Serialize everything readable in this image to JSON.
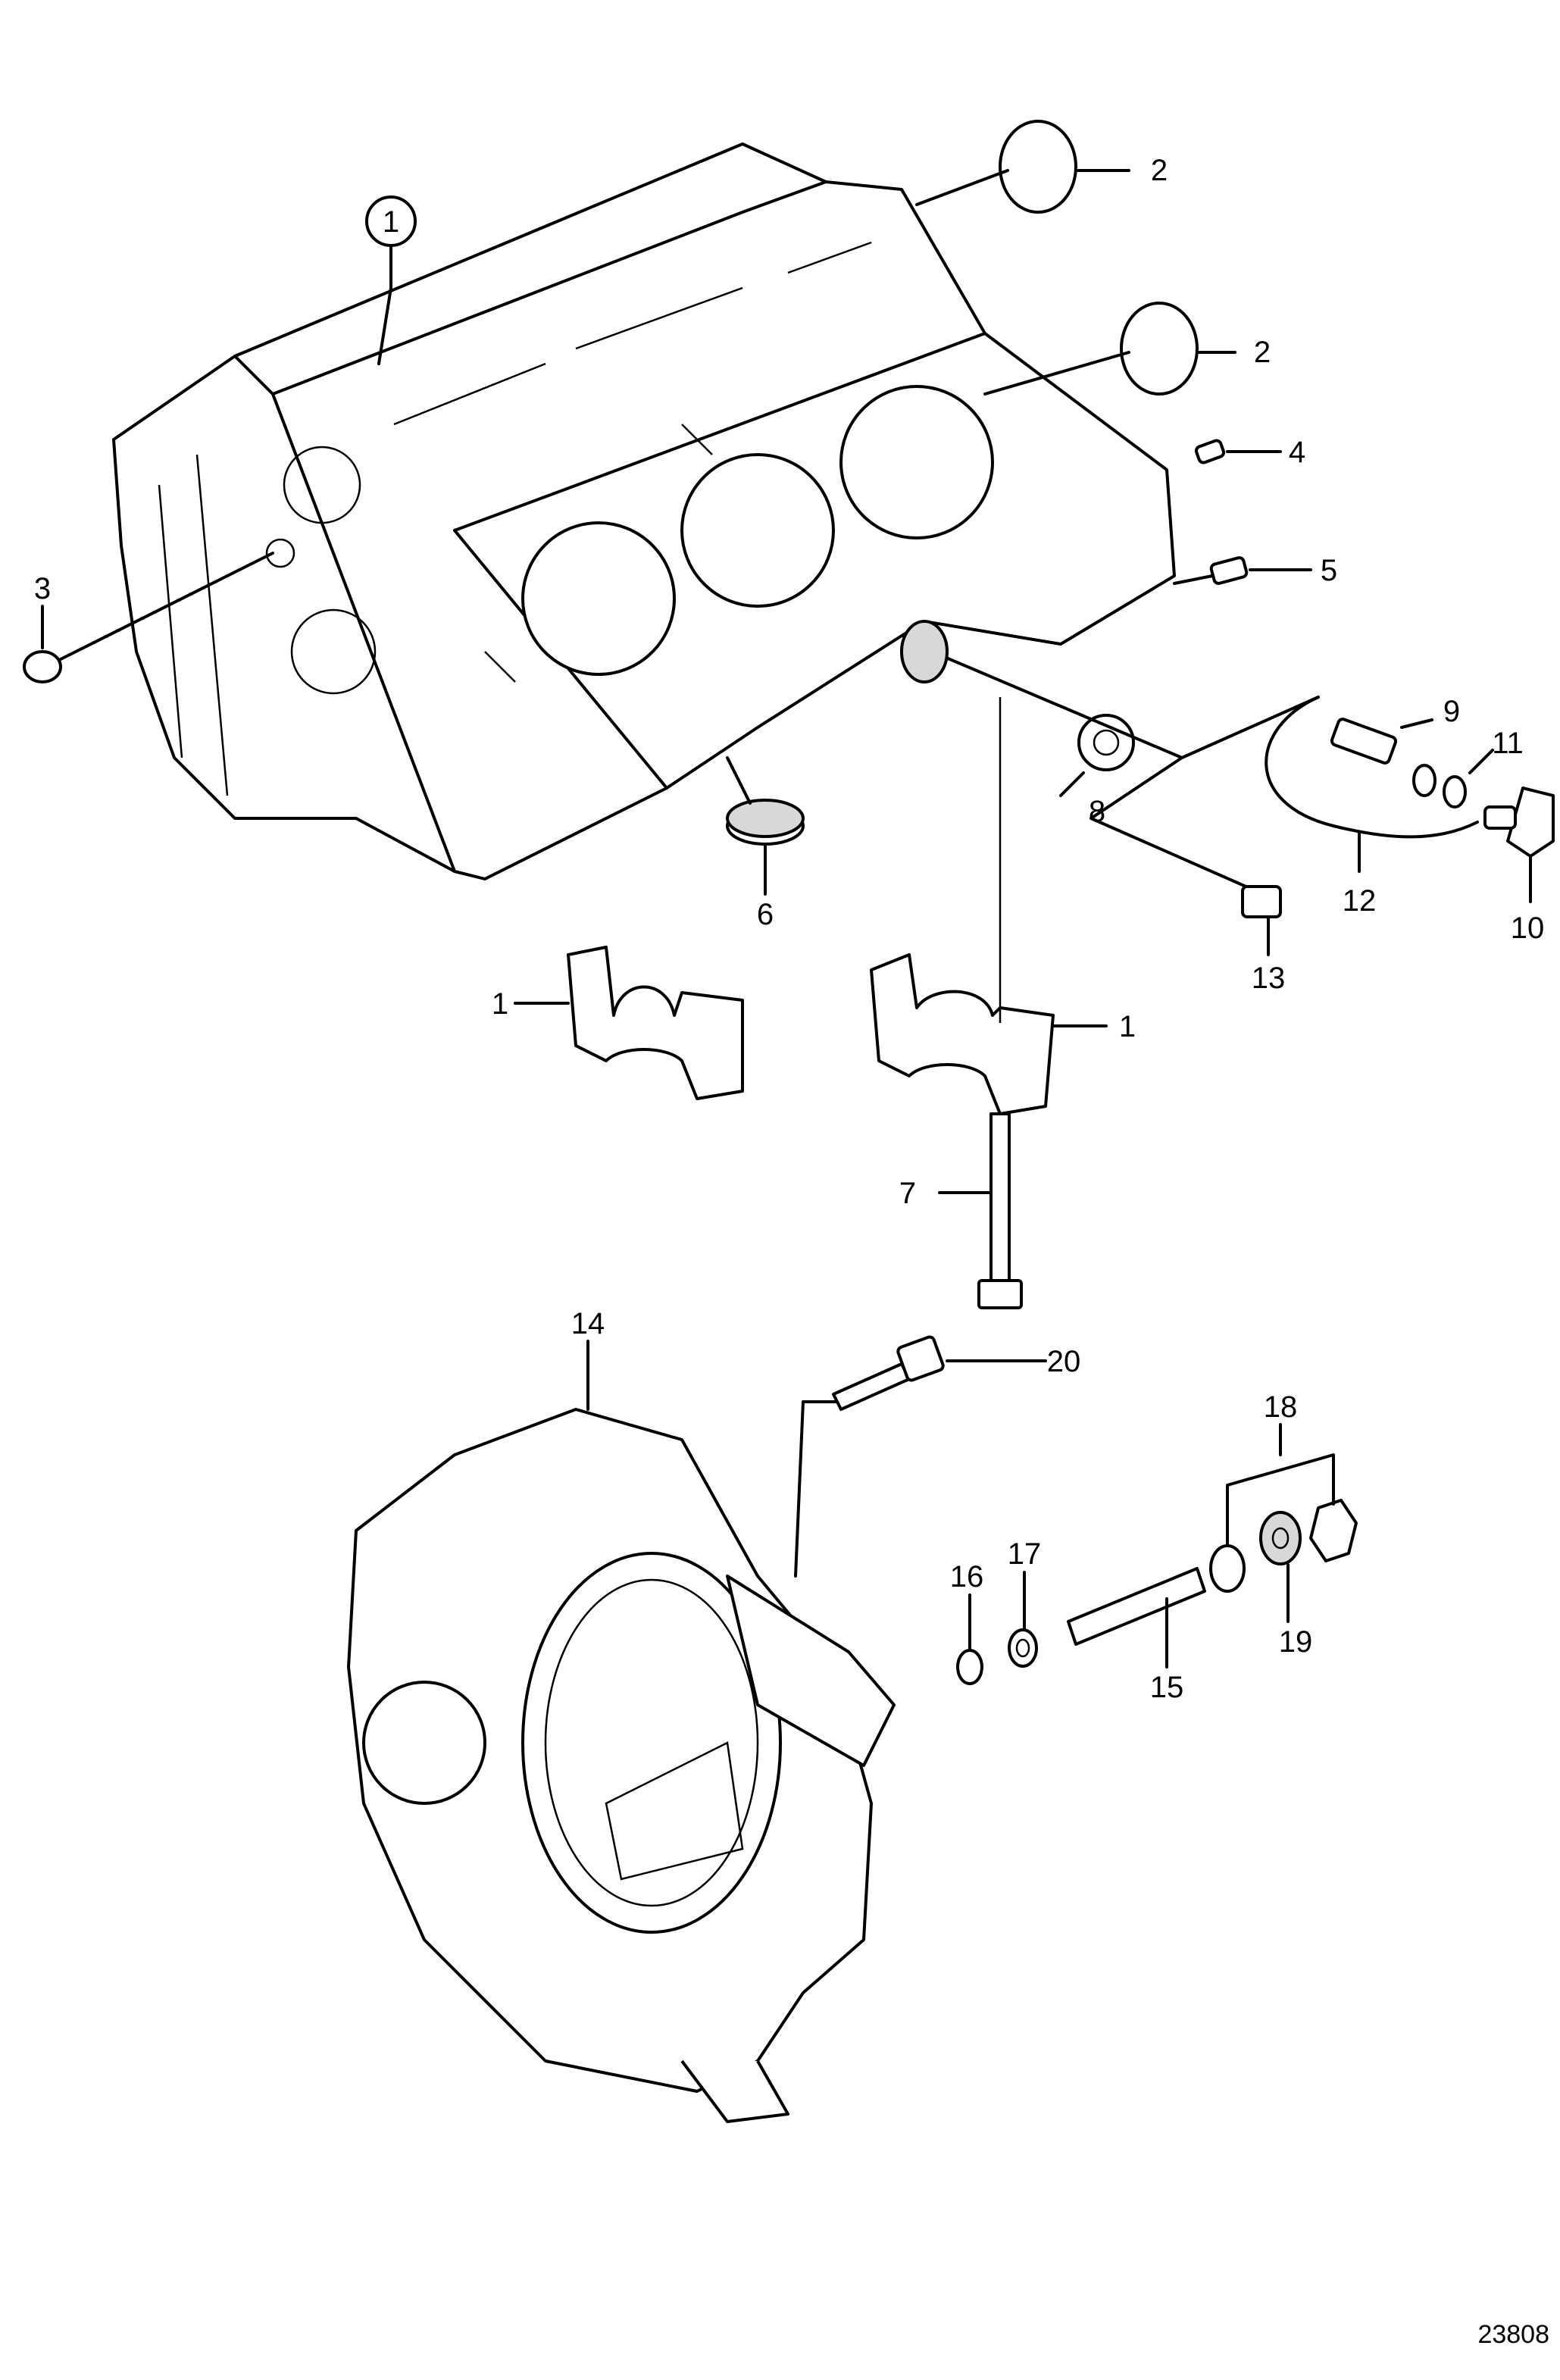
{
  "diagram": {
    "reference_number": "23808",
    "callouts": {
      "c1_main": "1",
      "c1_cap_left": "1",
      "c1_cap_right": "1",
      "c2_top": "2",
      "c2_bottom": "2",
      "c3": "3",
      "c4": "4",
      "c5": "5",
      "c6": "6",
      "c7": "7",
      "c8": "8",
      "c9": "9",
      "c10": "10",
      "c11": "11",
      "c12": "12",
      "c13": "13",
      "c14": "14",
      "c15": "15",
      "c16": "16",
      "c17": "17",
      "c18": "18",
      "c19": "19",
      "c20": "20"
    }
  }
}
